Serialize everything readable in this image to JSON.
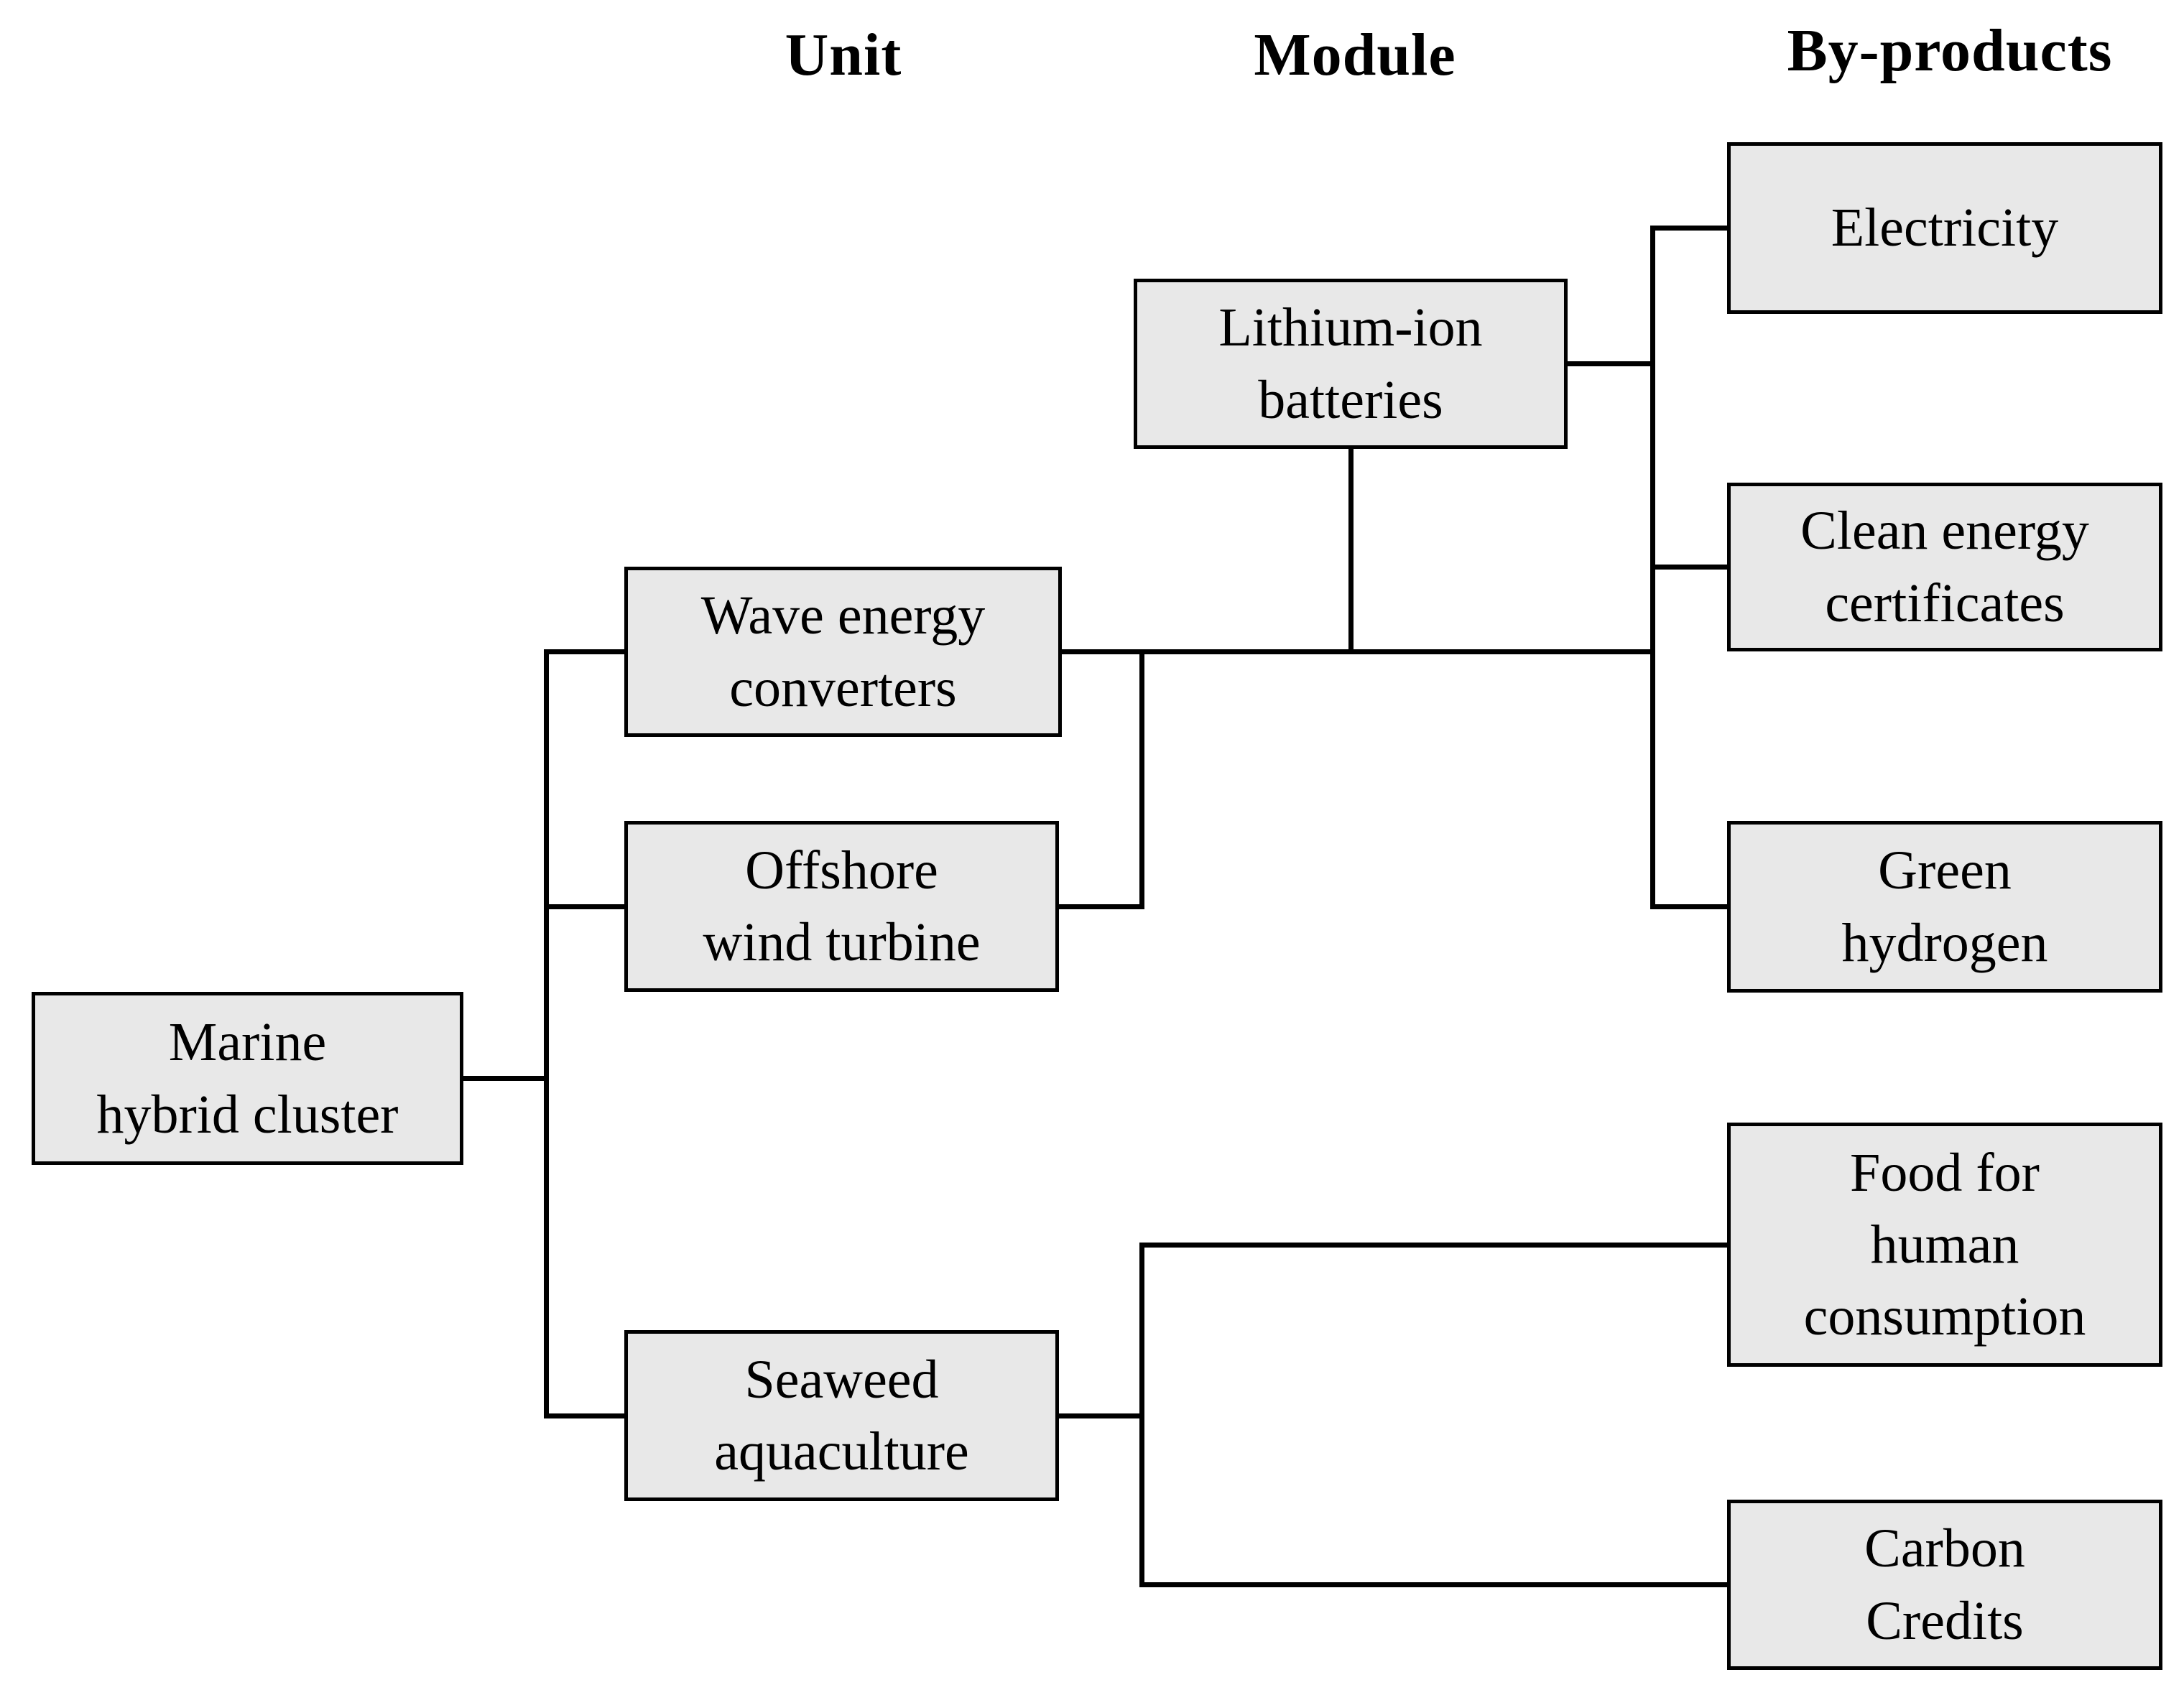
{
  "headers": {
    "unit": "Unit",
    "module": "Module",
    "byproducts": "By-products"
  },
  "nodes": {
    "marine": {
      "label": "Marine\nhybrid cluster"
    },
    "wave": {
      "label": "Wave energy\nconverters"
    },
    "offshore": {
      "label": "Offshore\nwind turbine"
    },
    "seaweed": {
      "label": "Seaweed\naquaculture"
    },
    "battery": {
      "label": "Lithium-ion\nbatteries"
    },
    "electricity": {
      "label": "Electricity"
    },
    "certificates": {
      "label": "Clean energy\ncertificates"
    },
    "hydrogen": {
      "label": "Green\nhydrogen"
    },
    "food": {
      "label": "Food for\nhuman\nconsumption"
    },
    "carbon": {
      "label": "Carbon\nCredits"
    }
  },
  "edges": [
    {
      "from": "Marine hybrid cluster",
      "to": "Wave energy converters"
    },
    {
      "from": "Marine hybrid cluster",
      "to": "Offshore wind turbine"
    },
    {
      "from": "Marine hybrid cluster",
      "to": "Seaweed aquaculture"
    },
    {
      "from": "Wave energy converters",
      "to": "Lithium-ion batteries"
    },
    {
      "from": "Offshore wind turbine",
      "to": "Lithium-ion batteries"
    },
    {
      "from": "Lithium-ion batteries",
      "to": "Electricity"
    },
    {
      "from": "Lithium-ion batteries",
      "to": "Clean energy certificates"
    },
    {
      "from": "Lithium-ion batteries",
      "to": "Green hydrogen"
    },
    {
      "from": "Seaweed aquaculture",
      "to": "Food for human consumption"
    },
    {
      "from": "Seaweed aquaculture",
      "to": "Carbon Credits"
    }
  ],
  "colors": {
    "box_fill": "#e8e8e8",
    "box_border": "#000000",
    "connector": "#000000",
    "text": "#000000",
    "background": "#ffffff"
  }
}
